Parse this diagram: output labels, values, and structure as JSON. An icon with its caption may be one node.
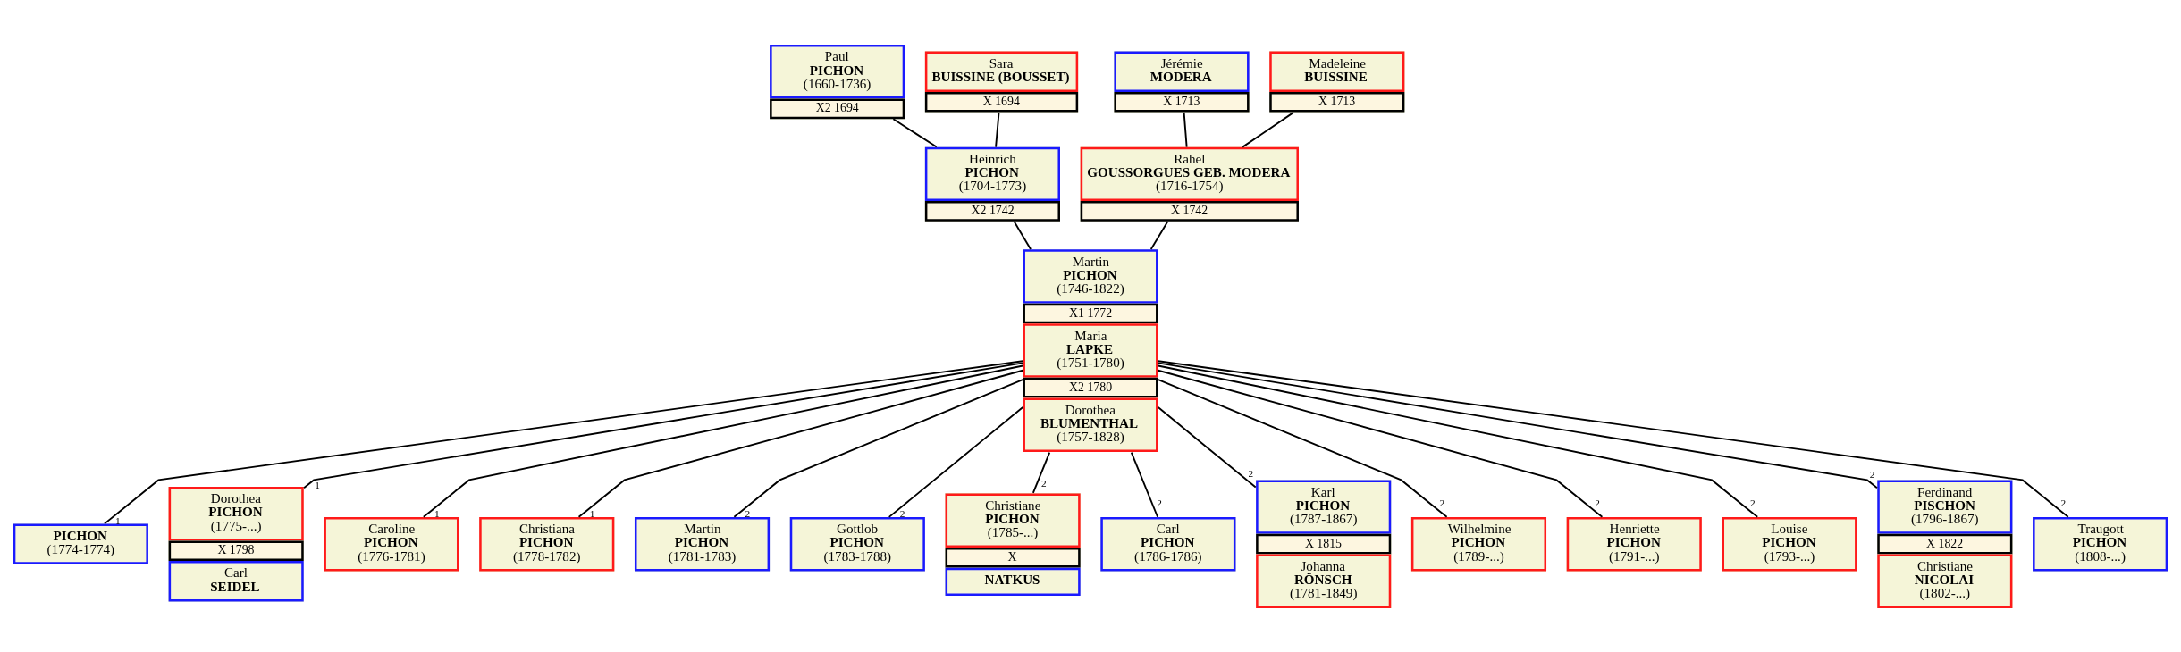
{
  "diagram": {
    "nodes": [
      {
        "text": [
          "Paul",
          "PICHON",
          "(1660-1736)",
          "X2 1694"
        ]
      },
      {
        "text": [
          "Sara",
          "BUISSINE (BOUSSET)",
          "X 1694"
        ]
      },
      {
        "text": [
          "Jérémie",
          "MODERA",
          "X 1713"
        ]
      },
      {
        "text": [
          "Madeleine",
          "BUISSINE",
          "X 1713"
        ]
      },
      {
        "text": [
          "Heinrich",
          "PICHON",
          "(1704-1773)",
          "X2 1742"
        ]
      },
      {
        "text": [
          "Rahel",
          "GOUSSORGUES GEB. MODERA",
          "(1716-1754)",
          "X 1742"
        ]
      },
      {
        "text": [
          "Martin",
          "PICHON",
          "(1746-1822)",
          "X1 1772",
          "Maria",
          "LAPKE",
          "(1751-1780)",
          "X2 1780",
          "Dorothea",
          "BLUMENTHAL",
          "(1757-1828)"
        ]
      },
      {
        "text": [
          "PICHON",
          "(1774-1774)"
        ]
      },
      {
        "text": [
          "Dorothea",
          "PICHON",
          "(1775-...)",
          "X 1798",
          "Carl",
          "SEIDEL"
        ]
      },
      {
        "text": [
          "Caroline",
          "PICHON",
          "(1776-1781)"
        ]
      },
      {
        "text": [
          "Christiana",
          "PICHON",
          "(1778-1782)"
        ]
      },
      {
        "text": [
          "Martin",
          "PICHON",
          "(1781-1783)"
        ]
      },
      {
        "text": [
          "Gottlob",
          "PICHON",
          "(1783-1788)"
        ]
      },
      {
        "text": [
          "Christiane",
          "PICHON",
          "(1785-...)",
          "X",
          "NATKUS"
        ]
      },
      {
        "text": [
          "Carl",
          "PICHON",
          "(1786-1786)"
        ]
      },
      {
        "text": [
          "Karl",
          "PICHON",
          "(1787-1867)",
          "X 1815",
          "Johanna",
          "RÖNSCH",
          "(1781-1849)"
        ]
      },
      {
        "text": [
          "Wilhelmine",
          "PICHON",
          "(1789-...)"
        ]
      },
      {
        "text": [
          "Henriette",
          "PICHON",
          "(1791-...)"
        ]
      },
      {
        "text": [
          "Louise",
          "PICHON",
          "(1793-...)"
        ]
      },
      {
        "text": [
          "Ferdinand",
          "PISCHON",
          "(1796-1867)",
          "X 1822",
          "Christiane",
          "NICOLAI",
          "(1802-...)"
        ]
      },
      {
        "text": [
          "Traugott",
          "PICHON",
          "(1808-...)"
        ]
      }
    ],
    "edges": [
      {
        "from": 0,
        "to": 4,
        "arrow": "none"
      },
      {
        "from": 1,
        "to": 4,
        "arrow": "none"
      },
      {
        "from": 2,
        "to": 5,
        "arrow": "none"
      },
      {
        "from": 3,
        "to": 5,
        "arrow": "none"
      },
      {
        "from": 4,
        "to": 6,
        "arrow": "none"
      },
      {
        "from": 5,
        "to": 6,
        "arrow": "none"
      },
      {
        "from": 6,
        "to": 7,
        "arrow": "none",
        "label": "1"
      },
      {
        "from": 6,
        "to": 8,
        "arrow": "none",
        "label": "1"
      },
      {
        "from": 6,
        "to": 9,
        "arrow": "none",
        "label": "1"
      },
      {
        "from": 6,
        "to": 10,
        "arrow": "none",
        "label": "1"
      },
      {
        "from": 6,
        "to": 11,
        "arrow": "none",
        "label": "2"
      },
      {
        "from": 6,
        "to": 12,
        "arrow": "none",
        "label": "2"
      },
      {
        "from": 6,
        "to": 13,
        "arrow": "none",
        "label": "2"
      },
      {
        "from": 6,
        "to": 14,
        "arrow": "none",
        "label": "2"
      },
      {
        "from": 6,
        "to": 15,
        "arrow": "none",
        "label": "2"
      },
      {
        "from": 6,
        "to": 16,
        "arrow": "none",
        "label": "2"
      },
      {
        "from": 6,
        "to": 17,
        "arrow": "none",
        "label": "2"
      },
      {
        "from": 6,
        "to": 18,
        "arrow": "none",
        "label": "2"
      },
      {
        "from": 6,
        "to": 19,
        "arrow": "none",
        "label": "2"
      },
      {
        "from": 6,
        "to": 20,
        "arrow": "none",
        "label": "2"
      }
    ]
  }
}
